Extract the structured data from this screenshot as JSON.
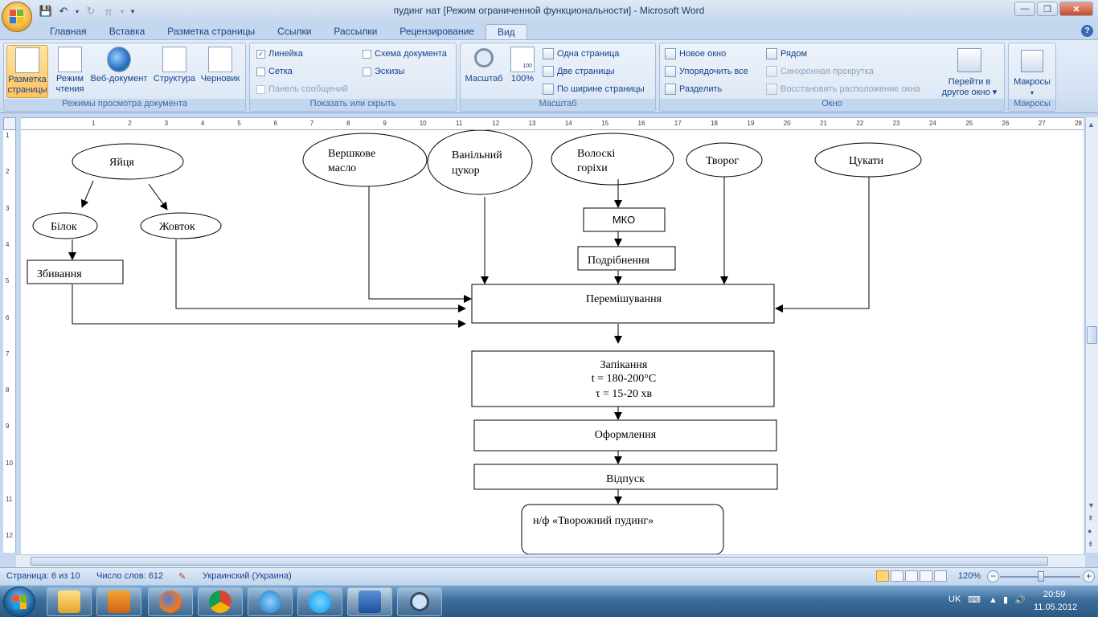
{
  "window": {
    "title": "пудинг нат [Режим ограниченной функциональности] - Microsoft Word",
    "minimize": "—",
    "maximize": "❐",
    "close": "✕"
  },
  "tabs": [
    "Главная",
    "Вставка",
    "Разметка страницы",
    "Ссылки",
    "Рассылки",
    "Рецензирование",
    "Вид"
  ],
  "ribbon": {
    "views": {
      "label": "Режимы просмотра документа",
      "buttons": [
        {
          "line1": "Разметка",
          "line2": "страницы"
        },
        {
          "line1": "Режим",
          "line2": "чтения"
        },
        {
          "line1": "Веб-документ",
          "line2": ""
        },
        {
          "line1": "Структура",
          "line2": ""
        },
        {
          "line1": "Черновик",
          "line2": ""
        }
      ]
    },
    "show": {
      "label": "Показать или скрыть",
      "ruler": "Линейка",
      "grid": "Сетка",
      "messages": "Панель сообщений",
      "docmap": "Схема документа",
      "thumbs": "Эскизы"
    },
    "zoom": {
      "label": "Масштаб",
      "zoom_btn": "Масштаб",
      "percent": "100%",
      "percent_icon": "100",
      "one_page": "Одна страница",
      "two_pages": "Две страницы",
      "page_width": "По ширине страницы"
    },
    "window": {
      "label": "Окно",
      "new_window": "Новое окно",
      "arrange_all": "Упорядочить все",
      "split": "Разделить",
      "side_by_side": "Рядом",
      "sync_scroll": "Синхронная прокрутка",
      "reset_pos": "Восстановить расположение окна",
      "switch_line1": "Перейти в",
      "switch_line2": "другое окно ▾"
    },
    "macros": {
      "label": "Макросы",
      "button": "Макросы",
      "arrow": "▾"
    }
  },
  "ruler": {
    "h": [
      "1",
      "2",
      "3",
      "4",
      "5",
      "6",
      "7",
      "8",
      "9",
      "10",
      "11",
      "12",
      "13",
      "14",
      "15",
      "16",
      "17",
      "18",
      "19",
      "20",
      "21",
      "22",
      "23",
      "24",
      "25",
      "26",
      "27",
      "28"
    ],
    "v": [
      "1",
      "2",
      "3",
      "4",
      "5",
      "6",
      "7",
      "8",
      "9",
      "10",
      "11",
      "12"
    ]
  },
  "diagram": {
    "nodes": {
      "eggs": "Яйця",
      "white": "Білок",
      "yolk": "Жовток",
      "whipping": "Збивання",
      "butter_1": "Вершкове",
      "butter_2": "масло",
      "vanilla_1": "Ванільний",
      "vanilla_2": "цукор",
      "walnuts_1": "Волоскі",
      "walnuts_2": "горіхи",
      "cottage": "Творог",
      "candied": "Цукати",
      "mko": "МКО",
      "crushing": "Подрібнення",
      "mixing": "Перемішування",
      "baking": "Запікання",
      "temp": "t = 180-200°C",
      "time": "τ = 15-20 хв",
      "decoration": "Оформлення",
      "serving": "Відпуск",
      "product": "н/ф «Творожний пудинг»"
    }
  },
  "status": {
    "page": "Страница: 6 из 10",
    "words": "Число слов: 612",
    "language": "Украинский (Украина)",
    "zoom": "120%",
    "zoom_minus": "−",
    "zoom_plus": "+"
  },
  "taskbar": {
    "lang": "UK",
    "time": "20:59",
    "date": "11.05.2012"
  }
}
